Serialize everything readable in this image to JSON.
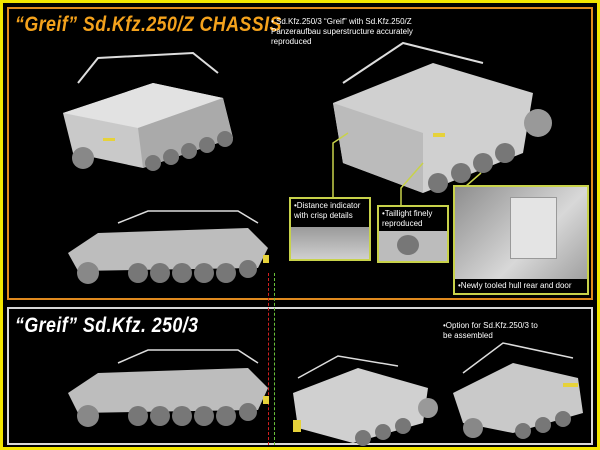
{
  "sections": {
    "top": {
      "title": "“Greif” Sd.Kfz.250/Z CHASSIS",
      "notes": {
        "superstructure": "• Sd.Kfz.250/3 “Greif” with Sd.Kfz.250/Z Panzeraufbau superstructure accurately reproduced"
      },
      "callouts": [
        {
          "label": "•Distance indicator with crisp details"
        },
        {
          "label": "•Taillight finely reproduced"
        },
        {
          "label": "•Newly tooled hull rear and door"
        }
      ]
    },
    "bottom": {
      "title": "“Greif” Sd.Kfz. 250/3",
      "notes": {
        "option": "•Option for Sd.Kfz.250/3 to be assembled"
      }
    }
  },
  "colors": {
    "outer_border": "#f2e600",
    "top_frame": "#e08a1e",
    "top_title": "#f4a21c",
    "bottom_frame": "#d8d8d8",
    "callout_border": "#c8d24a",
    "model_grey": "#c9c9c9"
  }
}
